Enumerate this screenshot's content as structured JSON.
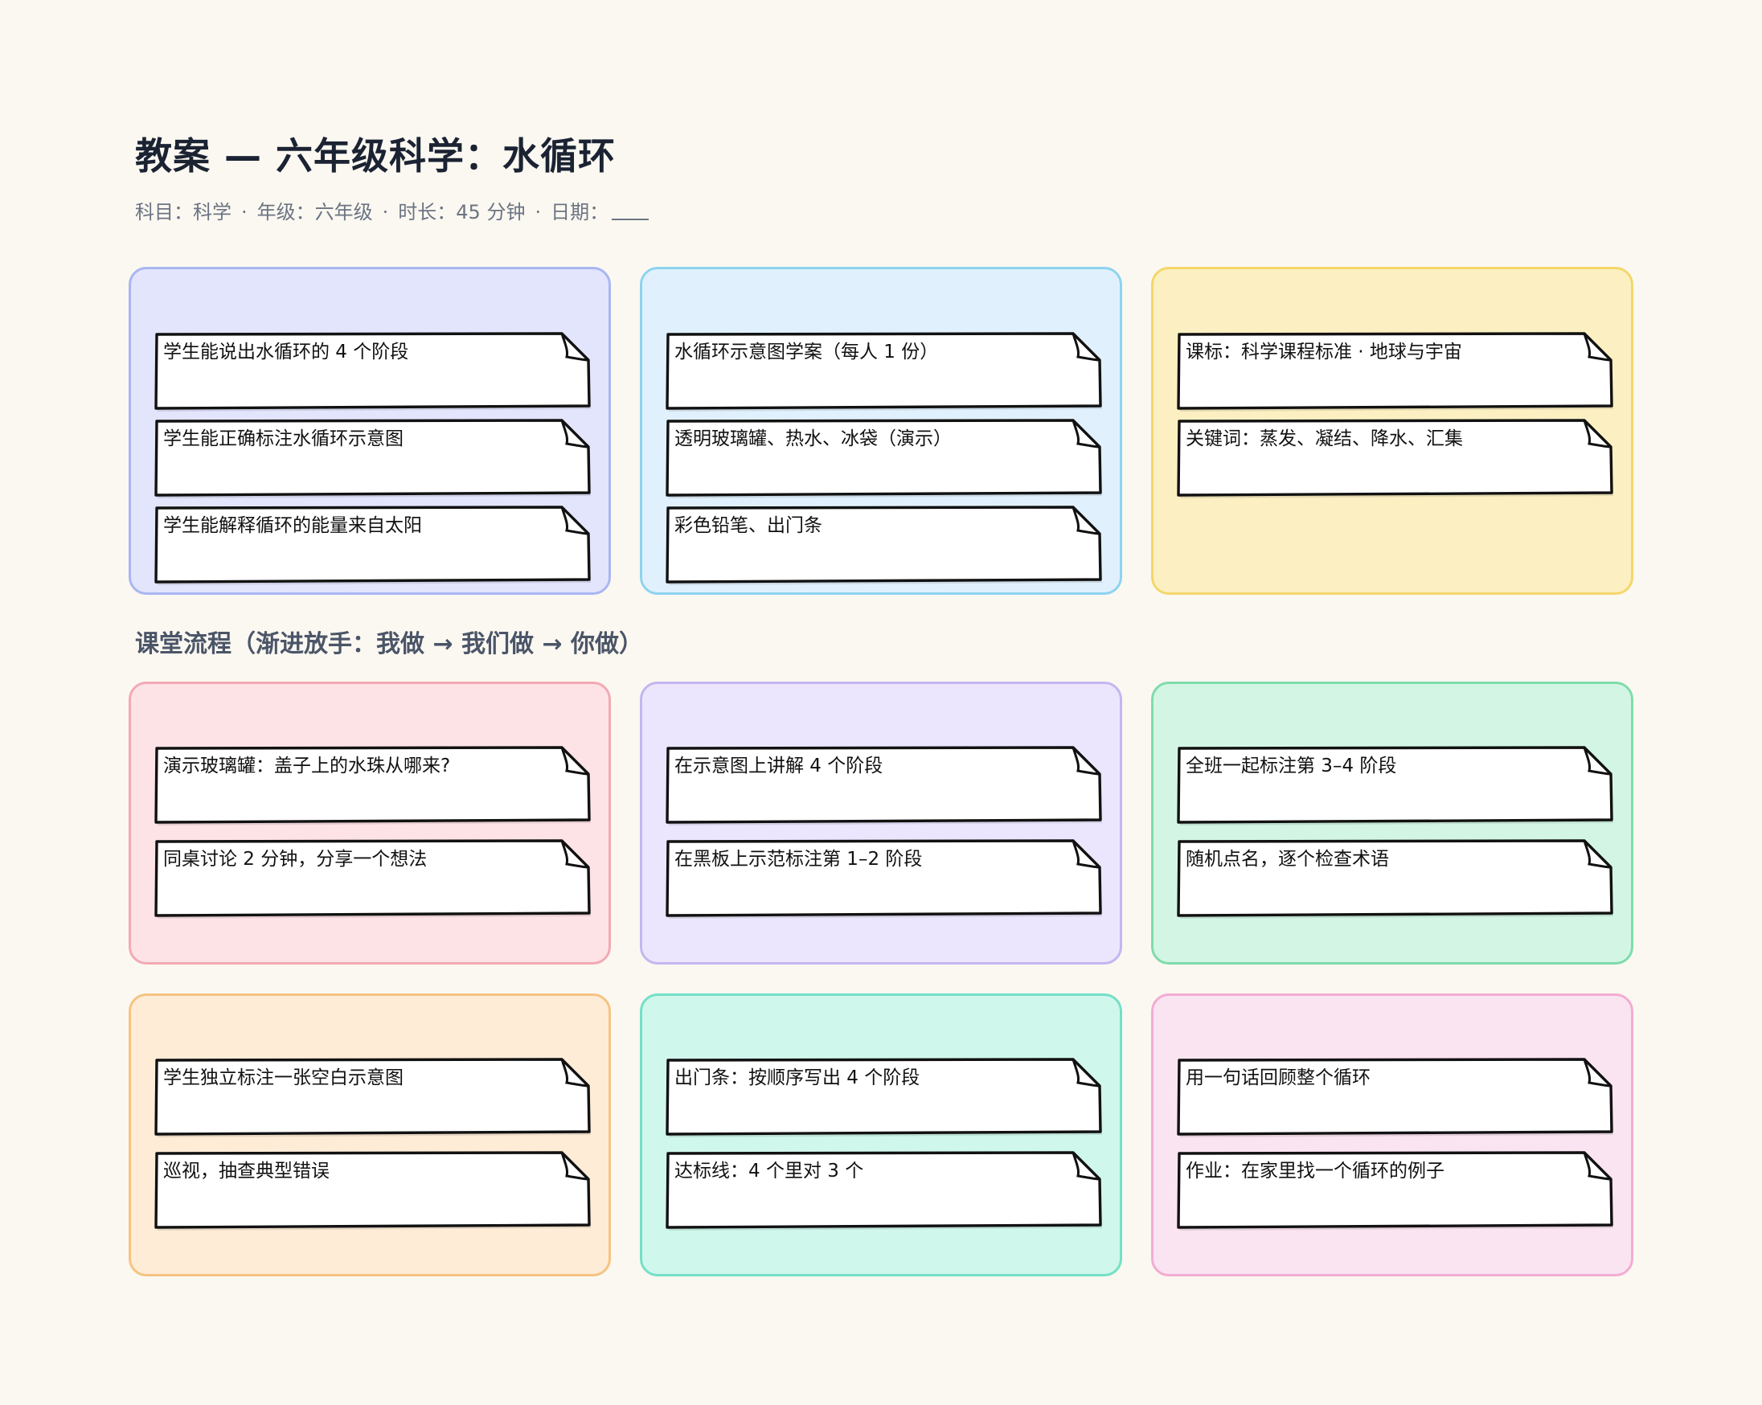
{
  "title": "教案 — 六年级科学：水循环",
  "meta": {
    "subject": "科目：科学",
    "grade": "年级：六年级",
    "duration": "时长：45 分钟",
    "date": "日期：",
    "separator": "·"
  },
  "flow_heading": "课堂流程（渐进放手：我做 → 我们做 → 你做）",
  "boards": [
    {
      "color": "#e2e5fc",
      "border": "#a9b6f2",
      "notes": [
        "学生能说出水循环的 4 个阶段",
        "学生能正确标注水循环示意图",
        "学生能解释循环的能量来自太阳"
      ]
    },
    {
      "color": "#e0f1fd",
      "border": "#8dd3f0",
      "notes": [
        "水循环示意图学案（每人 1 份）",
        "透明玻璃罐、热水、冰袋（演示）",
        "彩色铅笔、出门条"
      ]
    },
    {
      "color": "#fcf0c3",
      "border": "#f3d76a",
      "notes": [
        "课标：科学课程标准 · 地球与宇宙",
        "关键词：蒸发、凝结、降水、汇集"
      ]
    },
    {
      "color": "#fde3e6",
      "border": "#f3a9b4",
      "notes": [
        "演示玻璃罐：盖子上的水珠从哪来?",
        "同桌讨论 2 分钟，分享一个想法"
      ]
    },
    {
      "color": "#ebe6fd",
      "border": "#c3b6f0",
      "notes": [
        "在示意图上讲解 4 个阶段",
        "在黑板上示范标注第 1–2 阶段"
      ]
    },
    {
      "color": "#d3f6e4",
      "border": "#7fdcab",
      "notes": [
        "全班一起标注第 3–4 阶段",
        "随机点名，逐个检查术语"
      ]
    },
    {
      "color": "#feecd7",
      "border": "#f5c382",
      "notes": [
        "学生独立标注一张空白示意图",
        "巡视，抽查典型错误"
      ]
    },
    {
      "color": "#d0f7ec",
      "border": "#74e0c6",
      "notes": [
        "出门条：按顺序写出 4 个阶段",
        "达标线：4 个里对 3 个"
      ]
    },
    {
      "color": "#fbe4f1",
      "border": "#f2acd2",
      "notes": [
        "用一句话回顾整个循环",
        "作业：在家里找一个循环的例子"
      ]
    }
  ]
}
